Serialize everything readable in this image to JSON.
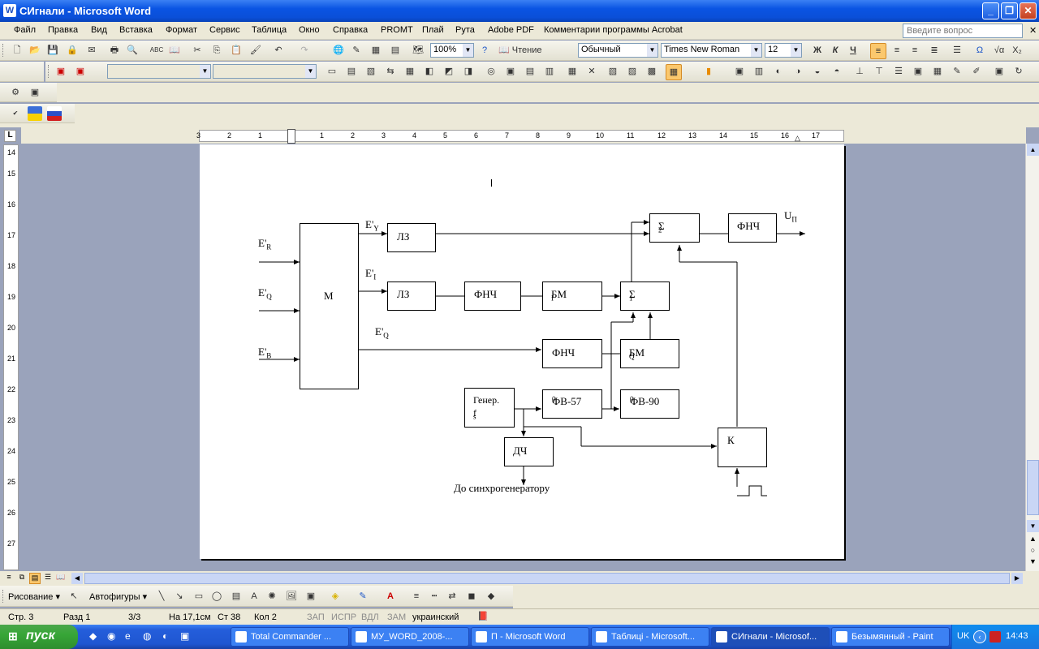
{
  "window": {
    "title": "СИгнали - Microsoft Word",
    "btn_min": "_",
    "btn_max": "❐",
    "btn_close": "✕"
  },
  "menu": {
    "items": [
      "Файл",
      "Правка",
      "Вид",
      "Вставка",
      "Формат",
      "Сервис",
      "Таблица",
      "Окно",
      "Справка",
      "PROMT",
      "Плай",
      "Рута",
      "Adobe PDF",
      "Комментарии программы Acrobat"
    ],
    "ask_placeholder": "Введите вопрос",
    "close_doc": "✕"
  },
  "toolbar": {
    "zoom": "100%",
    "read_label": "Чтение",
    "style": "Обычный",
    "font": "Times New Roman",
    "size": "12",
    "bold": "Ж",
    "italic": "К",
    "underline": "Ч",
    "omega": "Ω",
    "sqrt": "√α",
    "x2": "X₂"
  },
  "ruler": {
    "h_marks": [
      "3",
      "2",
      "1",
      "1",
      "2",
      "3",
      "4",
      "5",
      "6",
      "7",
      "8",
      "9",
      "10",
      "11",
      "12",
      "13",
      "14",
      "15",
      "16",
      "17"
    ],
    "v_marks": [
      "14",
      "15",
      "16",
      "17",
      "18",
      "19",
      "20",
      "21",
      "22",
      "23",
      "24",
      "25",
      "26",
      "27"
    ]
  },
  "diagram": {
    "input_r": "E'",
    "input_r_sub": "R",
    "input_q": "E'",
    "input_q_sub": "Q",
    "input_b": "E'",
    "input_b_sub": "B",
    "block_m": "M",
    "sig_y": "E'",
    "sig_y_sub": "Y",
    "sig_i": "E'",
    "sig_i_sub": "I",
    "sig_q": "E'",
    "sig_q_sub": "Q",
    "lz1": "ЛЗ",
    "lz2": "ЛЗ",
    "fnch_i": "ФНЧ",
    "bm_i": "БМ",
    "bm_i_sub": "I",
    "sum1": "Σ",
    "sum1_sub": "1",
    "sum2": "Σ",
    "sum2_sub": "2",
    "fnch_out": "ФНЧ",
    "out_label": "U",
    "out_label_sub": "П",
    "fnch_q": "ФНЧ",
    "bm_q": "БМ",
    "bm_q_sub": "Q",
    "gen_line1": "Генер.",
    "gen_line2": "f",
    "gen_line2_sub": "s",
    "fv57": "ФВ-57",
    "fv57_sup": "0",
    "fv90": "ФВ-90",
    "fv90_sup": "0",
    "dch": "ДЧ",
    "k": "К",
    "sync_label": "До синхрогенератору"
  },
  "draw_toolbar": {
    "draw": "Рисование ▾",
    "autoshapes": "Автофигуры ▾"
  },
  "status": {
    "page": "Стр. 3",
    "section": "Разд 1",
    "pages": "3/3",
    "at": "На 17,1см",
    "line": "Ст 38",
    "col": "Кол 2",
    "rec": "ЗАП",
    "trk": "ИСПР",
    "ext": "ВДЛ",
    "ovr": "ЗАМ",
    "lang": "украинский"
  },
  "taskbar": {
    "start": "пуск",
    "tasks": [
      "Total Commander ...",
      "МУ_WORD_2008-...",
      "П - Microsoft Word",
      "Таблиці - Microsoft...",
      "СИгнали - Microsof...",
      "Безымянный - Paint"
    ],
    "lang": "UK",
    "clock": "14:43"
  }
}
